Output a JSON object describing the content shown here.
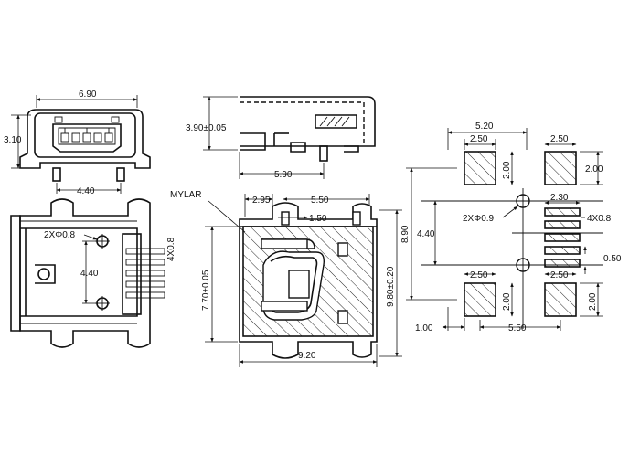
{
  "labels": {
    "front_width": "6.90",
    "front_height": "3.10",
    "front_pin_span": "4.40",
    "side_height": "3.90±0.05",
    "side_length": "5.90",
    "bottom_hole": "2XΦ0.8",
    "bottom_pins": "4X0.8",
    "bottom_span": "4.40",
    "mylar": "MYLAR",
    "top_d1": "2.95",
    "top_d2": "5.50",
    "top_d3": "1.50",
    "top_height_left": "7.70±0.05",
    "top_height_right": "9.80±0.20",
    "top_width": "9.20",
    "pcb_w1": "5.20",
    "pcb_pad_w": "2.50",
    "pcb_pad_h": "2.00",
    "pcb_pad_w_tr": "2.50",
    "pcb_pad_h_tr": "2.00",
    "pcb_pin_len": "2.30",
    "pcb_hole": "2XΦ0.9",
    "pcb_pins": "4X0.8",
    "pcb_v_total": "8.90",
    "pcb_v_mid": "4.40",
    "pcb_pitch": "0.50",
    "pcb_pad_w_bl": "2.50",
    "pcb_pad_h_bl": "2.00",
    "pcb_pad_w_br": "2.50",
    "pcb_pad_h_br": "2.00",
    "pcb_offset": "1.00",
    "pcb_span": "5.50"
  }
}
